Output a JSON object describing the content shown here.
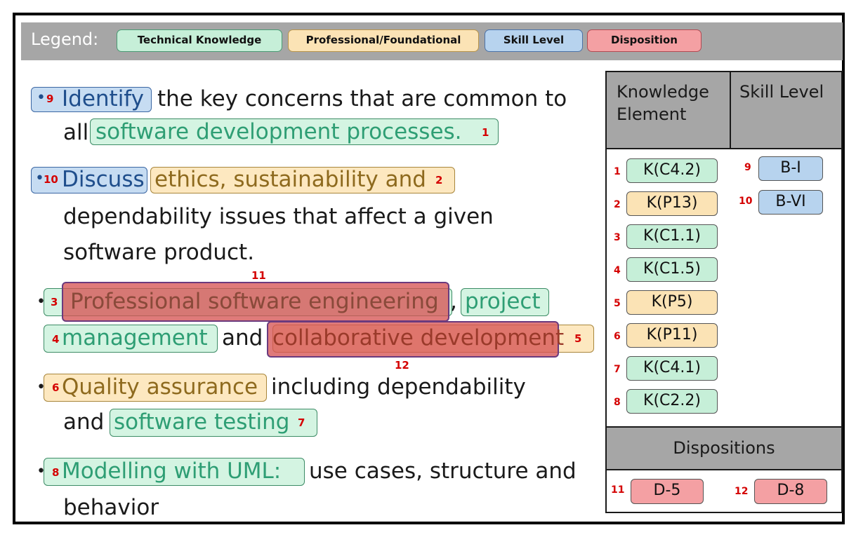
{
  "legend": {
    "title": "Legend:",
    "items": [
      {
        "label": "Technical Knowledge",
        "color": "#c6efd8"
      },
      {
        "label": "Professional/Foundational",
        "color": "#fbe3b5"
      },
      {
        "label": "Skill Level",
        "color": "#b7d3ee"
      },
      {
        "label": "Disposition",
        "color": "#f4a0a3"
      }
    ]
  },
  "outcomes": {
    "o1": {
      "bullet": "•",
      "num_skill": "9",
      "verb": "Identify",
      "rest1": "the key concerns that are common to",
      "lead2": "all",
      "phrase": "software development processes.",
      "num_k": "1"
    },
    "o2": {
      "bullet": "•",
      "num_skill": "10",
      "verb": "Discuss",
      "phrase": "ethics, sustainability and",
      "num_k": "2",
      "line2": "dependability issues that affect a given",
      "line3": "software product."
    },
    "o3": {
      "bullet": "•",
      "num_k3": "3",
      "phrase1": "Professional software engineering",
      "comma": ",",
      "phrase2": "project",
      "num_k4": "4",
      "phrase2b": "management",
      "and": "and",
      "phrase3": "collaborative development",
      "num_k5": "5",
      "num_d11": "11",
      "num_d12": "12"
    },
    "o4": {
      "bullet": "•",
      "num_k": "6",
      "phrase1": "Quality assurance",
      "rest": "including dependability",
      "lead2": "and",
      "phrase2": "software testing",
      "num_k2": "7"
    },
    "o5": {
      "bullet": "•",
      "num_k": "8",
      "phrase": "Modelling with UML:",
      "rest": "use cases, structure and",
      "line2": "behavior"
    }
  },
  "table": {
    "col1_header_a": "Knowledge",
    "col1_header_b": "Element",
    "col2_header": "Skill Level",
    "knowledge": [
      {
        "n": "1",
        "code": "K(C4.2)",
        "type": "technical"
      },
      {
        "n": "2",
        "code": "K(P13)",
        "type": "professional"
      },
      {
        "n": "3",
        "code": "K(C1.1)",
        "type": "technical"
      },
      {
        "n": "4",
        "code": "K(C1.5)",
        "type": "technical"
      },
      {
        "n": "5",
        "code": "K(P5)",
        "type": "professional"
      },
      {
        "n": "6",
        "code": "K(P11)",
        "type": "professional"
      },
      {
        "n": "7",
        "code": "K(C4.1)",
        "type": "technical"
      },
      {
        "n": "8",
        "code": "K(C2.2)",
        "type": "technical"
      }
    ],
    "skills": [
      {
        "n": "9",
        "code": "B-I"
      },
      {
        "n": "10",
        "code": "B-VI"
      }
    ],
    "dispositions_header": "Dispositions",
    "dispositions": [
      {
        "n": "11",
        "code": "D-5"
      },
      {
        "n": "12",
        "code": "D-8"
      }
    ]
  }
}
